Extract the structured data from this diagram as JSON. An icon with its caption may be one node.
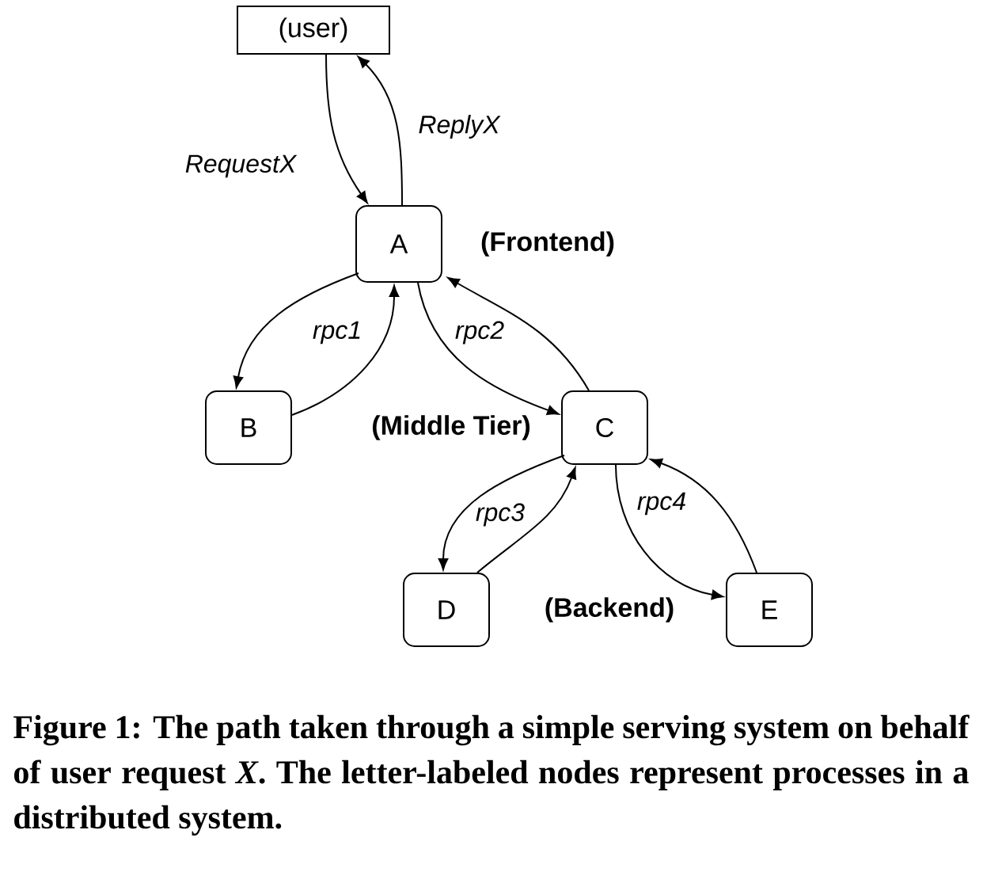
{
  "diagram": {
    "caption": "Figure 1: The path taken through a simple serving system on behalf of user request *X*. The letter-labeled nodes represent processes in a distributed system.",
    "nodes": [
      {
        "text": [
          "(user)"
        ]
      },
      {
        "text": [
          "A"
        ]
      },
      {
        "text": [
          "B"
        ]
      },
      {
        "text": [
          "C"
        ]
      },
      {
        "text": [
          "D"
        ]
      },
      {
        "text": [
          "E"
        ]
      }
    ],
    "edges": [
      {
        "from": 0,
        "to": 1,
        "arrow": "to",
        "label": "RequestX"
      },
      {
        "from": 1,
        "to": 0,
        "arrow": "to",
        "label": "ReplyX"
      },
      {
        "from": 1,
        "to": 2,
        "arrow": "to",
        "label": "rpc1"
      },
      {
        "from": 2,
        "to": 1,
        "arrow": "to"
      },
      {
        "from": 1,
        "to": 3,
        "arrow": "to",
        "label": "rpc2"
      },
      {
        "from": 3,
        "to": 1,
        "arrow": "to"
      },
      {
        "from": 3,
        "to": 4,
        "arrow": "to",
        "label": "rpc3"
      },
      {
        "from": 4,
        "to": 3,
        "arrow": "to"
      },
      {
        "from": 3,
        "to": 5,
        "arrow": "to",
        "label": "rpc4"
      },
      {
        "from": 5,
        "to": 3,
        "arrow": "to"
      }
    ],
    "labels": [
      "(Frontend)",
      "(Middle Tier)",
      "(Backend)"
    ]
  }
}
